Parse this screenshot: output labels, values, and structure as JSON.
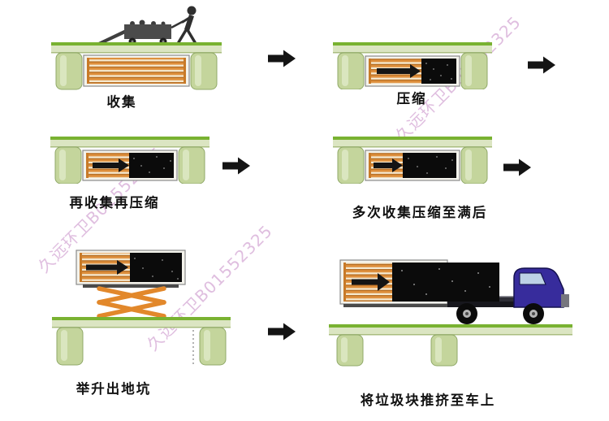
{
  "watermark": {
    "text": "久远环卫B01552325",
    "color": "#d8aed8"
  },
  "steps": [
    {
      "label": "收集"
    },
    {
      "label": "压缩"
    },
    {
      "label": "再收集再压缩"
    },
    {
      "label": "多次收集压缩至满后"
    },
    {
      "label": "举升出地坑"
    },
    {
      "label": "将垃圾块推挤至车上"
    }
  ],
  "icons": {
    "flow_arrow": "right-arrow-icon",
    "worker": "worker-pushing-cart-icon",
    "cart": "garbage-cart-icon",
    "container": "compactor-container-icon",
    "waste": "compressed-waste-block",
    "lift": "scissor-lift-icon",
    "truck": "truck-icon"
  },
  "colors": {
    "ground_green": "#79b231",
    "ground_pale": "#dbe5c2",
    "pit_wall": "#c4d59c",
    "container_orange": "#de8f3c",
    "container_frame": "#f4f3ec",
    "waste_black": "#0b0b0b",
    "push_arrow": "#141414",
    "lift_orange": "#e2882b",
    "truck_blue": "#372c9c",
    "truck_window": "#bdd2e6",
    "flow_arrow": "#141414"
  }
}
